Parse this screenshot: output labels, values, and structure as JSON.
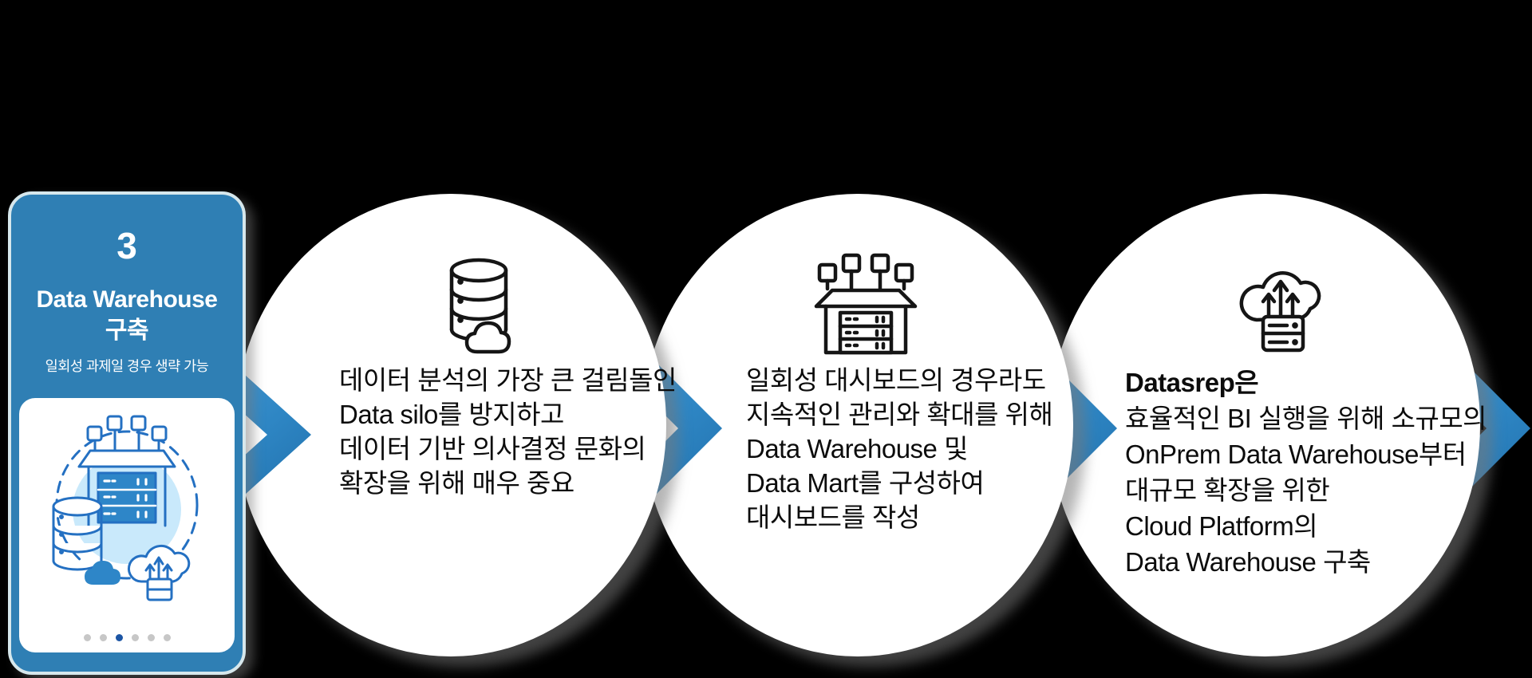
{
  "slide": {
    "background_color": "#000000",
    "accent_blue": "#2e86c4"
  },
  "card": {
    "number": "3",
    "title_line1": "Data Warehouse",
    "title_line2": "구축",
    "subtitle": "일회성 과제일 경우 생략 가능",
    "illustration": "data-warehouse-illustration",
    "pagination": {
      "count": 6,
      "active_index": 2
    },
    "colors": {
      "header_bg": "#2f7fb4",
      "outline": "#d6e7ec",
      "active_dot": "#1c55a4",
      "inactive_dot": "#c7c7c7",
      "illustration_stroke": "#2470c2",
      "illustration_fill": "#c9e9fb",
      "illustration_solid": "#2e86c8"
    }
  },
  "steps": [
    {
      "icon": "database-cloud-icon",
      "bold_first_line": false,
      "lines": [
        "데이터 분석의 가장 큰 걸림돌인",
        "Data silo를 방지하고",
        "데이터 기반 의사결정 문화의",
        "확장을 위해 매우 중요"
      ]
    },
    {
      "icon": "warehouse-icon",
      "bold_first_line": false,
      "lines": [
        "일회성 대시보드의 경우라도",
        "지속적인 관리와 확대를 위해",
        "Data Warehouse 및",
        "Data Mart를 구성하여",
        "대시보드를 작성"
      ]
    },
    {
      "icon": "cloud-upload-icon",
      "bold_first_line": true,
      "lines": [
        "Datasrep은",
        "효율적인 BI 실행을 위해 소규모의",
        "OnPrem Data Warehouse부터",
        "대규모 확장을 위한",
        "Cloud Platform의",
        "Data Warehouse 구축"
      ]
    }
  ],
  "arrows": {
    "count": 4,
    "color": "#2e86c4"
  }
}
